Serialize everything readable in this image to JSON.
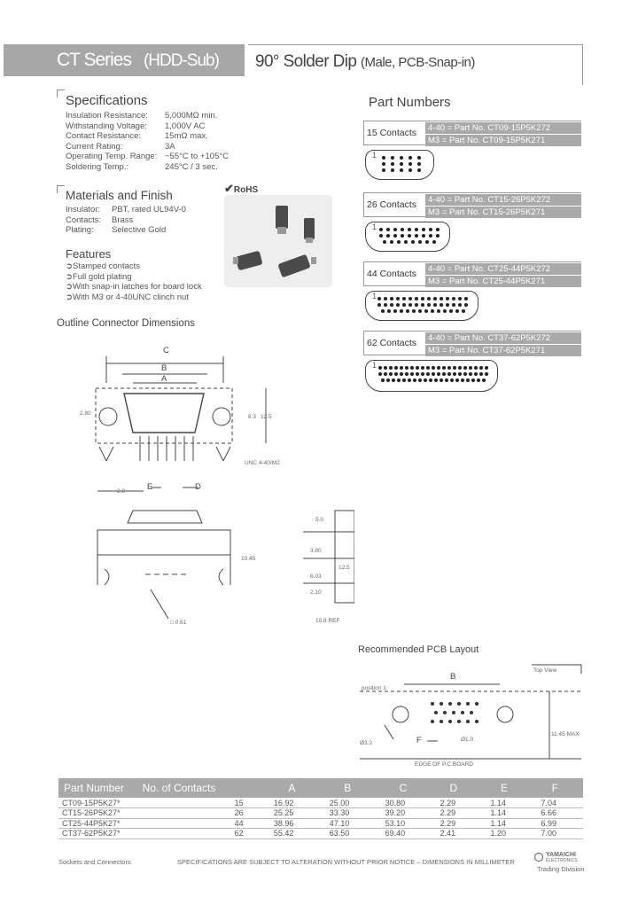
{
  "header": {
    "series": "CT Series",
    "series_sub": "(HDD-Sub)",
    "title": "90° Solder Dip",
    "title_sub": "(Male, PCB-Snap-in)"
  },
  "specifications": {
    "heading": "Specifications",
    "rows": [
      {
        "k": "Insulation Resistance:",
        "v": "5,000MΩ min."
      },
      {
        "k": "Withstanding Voltage:",
        "v": "1,000V AC"
      },
      {
        "k": "Contact Resistance:",
        "v": "15mΩ max."
      },
      {
        "k": "Current Rating:",
        "v": "3A"
      },
      {
        "k": "Operating Temp. Range:",
        "v": "−55°C to +105°C"
      },
      {
        "k": "Soldering Temp.:",
        "v": "245°C / 3 sec."
      }
    ]
  },
  "materials": {
    "heading": "Materials and Finish",
    "rows": [
      {
        "k": "Insulator:",
        "v": "PBT, rated UL94V-0"
      },
      {
        "k": "Contacts:",
        "v": "Brass"
      },
      {
        "k": "Plating:",
        "v": "Selective Gold"
      }
    ]
  },
  "features": {
    "heading": "Features",
    "items": [
      "Stamped contacts",
      "Full gold plating",
      "With snap-in latches for board lock",
      "With M3 or 4-40UNC clinch nut"
    ]
  },
  "rohs": "RoHS",
  "part_numbers": {
    "heading": "Part Numbers",
    "groups": [
      {
        "contacts": "15 Contacts",
        "a": "4-40 = Part No. CT09-15P5K272",
        "b": "M3 = Part No. CT09-15P5K271"
      },
      {
        "contacts": "26 Contacts",
        "a": "4-40 = Part No. CT15-26P5K272",
        "b": "M3 = Part No. CT15-26P5K271"
      },
      {
        "contacts": "44 Contacts",
        "a": "4-40 = Part No. CT25-44P5K272",
        "b": "M3 = Part No. CT25-44P5K271"
      },
      {
        "contacts": "62 Contacts",
        "a": "4-40 = Part No. CT37-62P5K272",
        "b": "M3 = Part No. CT37-62P5K271"
      }
    ],
    "pin_one": "1"
  },
  "outline": {
    "heading": "Outline Connector Dimensions",
    "labels": {
      "c": "C",
      "b": "B",
      "a": "A",
      "e": "E",
      "d": "D",
      "d1": "2.80",
      "d2": "8.3",
      "d3": "12.5",
      "d4": "2.8",
      "unc": "UNC 4-40/M2",
      "sq": "□ 0.61",
      "h1": "10.45",
      "s1": "5.0",
      "s2": "3.80",
      "s3": "6.03",
      "s4": "2.10",
      "s5": "12.5",
      "ref": "10.8 REF"
    }
  },
  "pcb": {
    "heading": "Recommended PCB Layout",
    "top_view": "Top View",
    "b": "B",
    "position": "position 1",
    "dia1": "Ø3.2",
    "dia2": "Ø1.0",
    "max": "11.45 MAX",
    "edge": "EDGE OF P.C.BOARD",
    "f": "F"
  },
  "table": {
    "headers": [
      "Part Number",
      "No. of Contacts",
      "A",
      "B",
      "C",
      "D",
      "E",
      "F"
    ],
    "rows": [
      [
        "CT09-15P5K27*",
        "15",
        "16.92",
        "25.00",
        "30.80",
        "2.29",
        "1.14",
        "7.04"
      ],
      [
        "CT15-26P5K27*",
        "26",
        "25.25",
        "33.30",
        "39.20",
        "2.29",
        "1.14",
        "6.66"
      ],
      [
        "CT25-44P5K27*",
        "44",
        "38.96",
        "47.10",
        "53.10",
        "2.29",
        "1.14",
        "6.99"
      ],
      [
        "CT37-62P5K27*",
        "62",
        "55.42",
        "63.50",
        "69.40",
        "2.41",
        "1.20",
        "7.00"
      ]
    ]
  },
  "footer": {
    "left": "Sockets and Connectors",
    "center": "SPECIFICATIONS ARE SUBJECT TO ALTERATION WITHOUT PRIOR NOTICE – DIMENSIONS IN MILLIMETER",
    "brand": "YAMAICHI",
    "brand_sub": "ELECTRONICS",
    "division": "Trading Division"
  }
}
